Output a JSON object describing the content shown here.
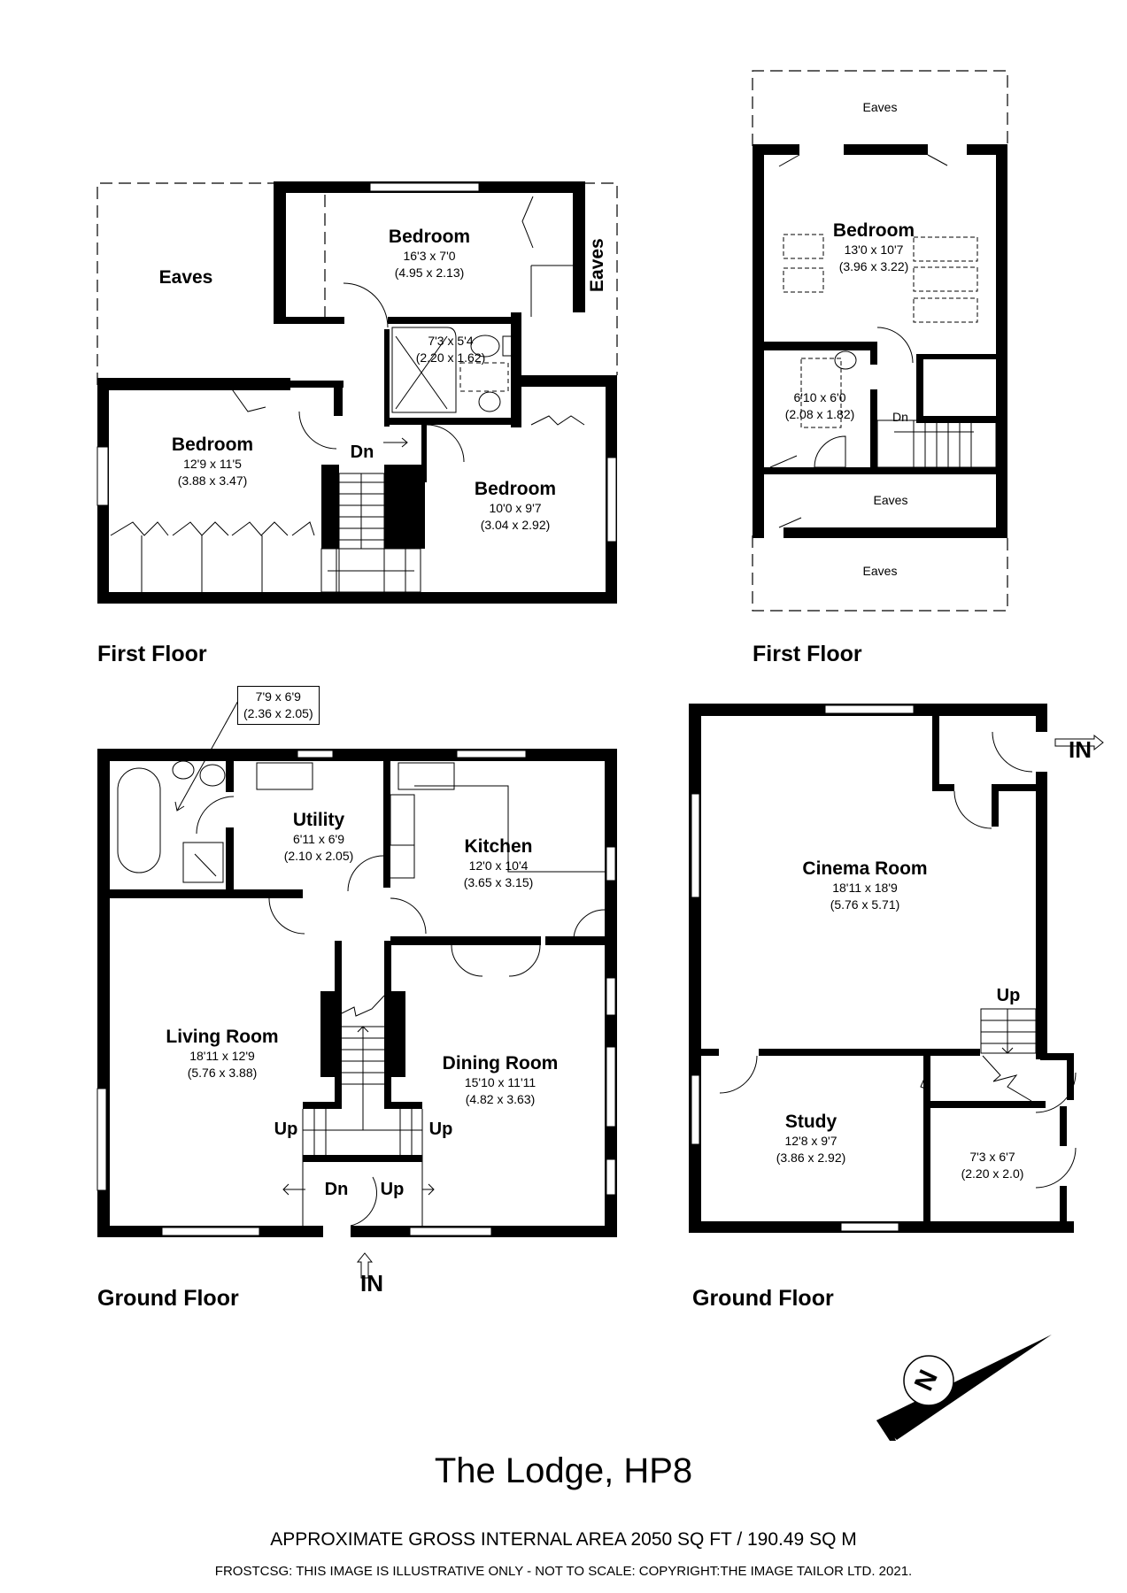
{
  "property": {
    "title": "The Lodge, HP8",
    "area": "APPROXIMATE GROSS INTERNAL AREA 2050 SQ FT / 190.49 SQ M",
    "copyright": "FROSTCSG: THIS IMAGE IS ILLUSTRATIVE ONLY - NOT TO SCALE: COPYRIGHT:THE IMAGE TAILOR LTD. 2021."
  },
  "compass": {
    "icon": "north-arrow-icon",
    "letter": "N"
  },
  "floors": {
    "first_left": {
      "label": "First Floor",
      "rooms": [
        {
          "name": "Eaves",
          "dim_imperial": "",
          "dim_metric": ""
        },
        {
          "name": "Bedroom",
          "dim_imperial": "16'3 x 7'0",
          "dim_metric": "(4.95 x 2.13)"
        },
        {
          "name": "",
          "dim_imperial": "7'3 x 5'4",
          "dim_metric": "(2.20 x 1.62)"
        },
        {
          "name": "Bedroom",
          "dim_imperial": "12'9 x 11'5",
          "dim_metric": "(3.88 x 3.47)"
        },
        {
          "name": "Bedroom",
          "dim_imperial": "10'0 x 9'7",
          "dim_metric": "(3.04 x 2.92)"
        },
        {
          "name": "Eaves",
          "dim_imperial": "",
          "dim_metric": ""
        }
      ],
      "stairs_label": "Dn"
    },
    "first_right": {
      "label": "First Floor",
      "rooms": [
        {
          "name": "Eaves",
          "dim_imperial": "",
          "dim_metric": ""
        },
        {
          "name": "Bedroom",
          "dim_imperial": "13'0 x 10'7",
          "dim_metric": "(3.96 x 3.22)"
        },
        {
          "name": "",
          "dim_imperial": "6'10 x 6'0",
          "dim_metric": "(2.08 x 1.82)"
        },
        {
          "name": "Eaves",
          "dim_imperial": "",
          "dim_metric": ""
        },
        {
          "name": "Eaves",
          "dim_imperial": "",
          "dim_metric": ""
        }
      ],
      "stairs_label": "Dn"
    },
    "ground_left": {
      "label": "Ground Floor",
      "callout": {
        "dim_imperial": "7'9 x 6'9",
        "dim_metric": "(2.36 x 2.05)"
      },
      "rooms": [
        {
          "name": "Utility",
          "dim_imperial": "6'11 x 6'9",
          "dim_metric": "(2.10 x 2.05)"
        },
        {
          "name": "Kitchen",
          "dim_imperial": "12'0 x 10'4",
          "dim_metric": "(3.65 x 3.15)"
        },
        {
          "name": "Living Room",
          "dim_imperial": "18'11 x 12'9",
          "dim_metric": "(5.76 x 3.88)"
        },
        {
          "name": "Dining Room",
          "dim_imperial": "15'10 x 11'11",
          "dim_metric": "(4.82 x 3.63)"
        }
      ],
      "stair_labels": {
        "up_left": "Up",
        "up_right": "Up",
        "dn": "Dn",
        "up": "Up"
      },
      "entrance": "IN"
    },
    "ground_right": {
      "label": "Ground Floor",
      "rooms": [
        {
          "name": "Cinema Room",
          "dim_imperial": "18'11 x 18'9",
          "dim_metric": "(5.76 x 5.71)"
        },
        {
          "name": "Study",
          "dim_imperial": "12'8 x 9'7",
          "dim_metric": "(3.86 x 2.92)"
        },
        {
          "name": "",
          "dim_imperial": "7'3 x 6'7",
          "dim_metric": "(2.20 x 2.0)"
        }
      ],
      "stairs_label": "Up",
      "entrance": "IN"
    }
  }
}
